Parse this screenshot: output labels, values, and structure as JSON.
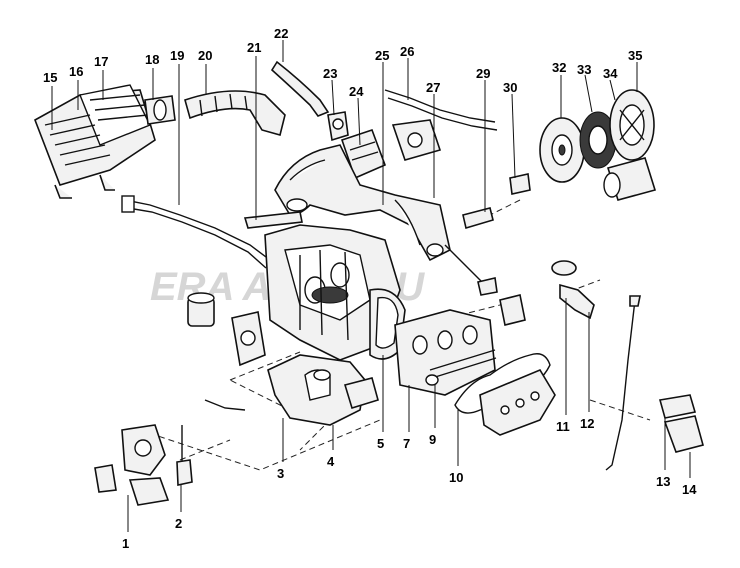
{
  "watermark": {
    "text": "ERA  AUTO.RU"
  },
  "callouts": {
    "c1": "1",
    "c2": "2",
    "c3": "3",
    "c4": "4",
    "c5": "5",
    "c7": "7",
    "c9": "9",
    "c10": "10",
    "c11": "11",
    "c12": "12",
    "c13": "13",
    "c14": "14",
    "c15": "15",
    "c16": "16",
    "c17": "17",
    "c18": "18",
    "c19": "19",
    "c20": "20",
    "c21": "21",
    "c22": "22",
    "c23": "23",
    "c24": "24",
    "c25": "25",
    "c26": "26",
    "c27": "27",
    "c29": "29",
    "c30": "30",
    "c32": "32",
    "c33": "33",
    "c34": "34",
    "c35": "35"
  },
  "icons": {
    "air-cleaner": "air-cleaner-icon",
    "engine-block": "engine-block-icon",
    "flywheel": "flywheel-icon",
    "clutch-disc": "clutch-disc-icon",
    "pressure-plate": "pressure-plate-icon",
    "starter": "starter-motor-icon"
  }
}
